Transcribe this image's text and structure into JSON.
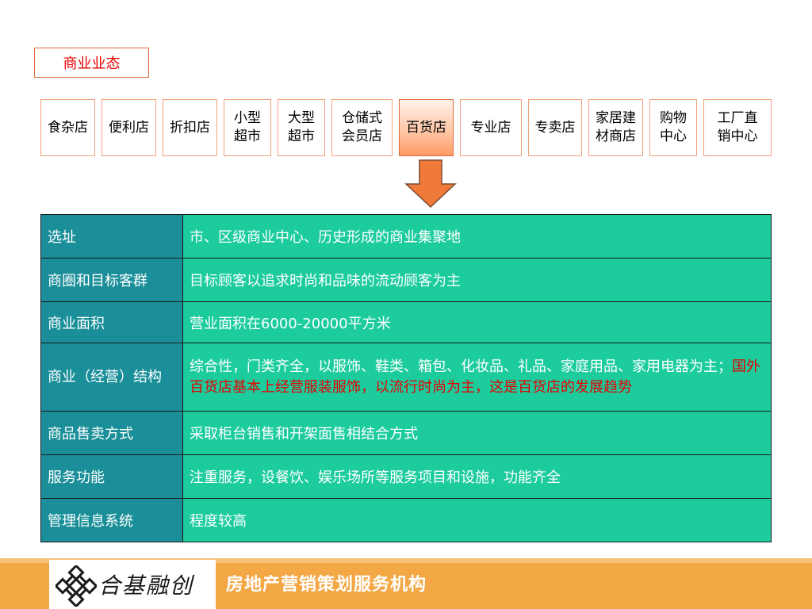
{
  "title": "商业业态",
  "categories": [
    {
      "label": "食杂店",
      "active": false
    },
    {
      "label": "便利店",
      "active": false
    },
    {
      "label": "折扣店",
      "active": false
    },
    {
      "label": "小型\n超市",
      "active": false
    },
    {
      "label": "大型\n超市",
      "active": false
    },
    {
      "label": "仓储式\n会员店",
      "active": false
    },
    {
      "label": "百货店",
      "active": true
    },
    {
      "label": "专业店",
      "active": false
    },
    {
      "label": "专卖店",
      "active": false
    },
    {
      "label": "家居建\n材商店",
      "active": false
    },
    {
      "label": "购物\n中心",
      "active": false
    },
    {
      "label": "工厂直\n销中心",
      "active": false
    }
  ],
  "table": {
    "rows": [
      {
        "label": "选址",
        "value": "市、区级商业中心、历史形成的商业集聚地"
      },
      {
        "label": "商圈和目标客群",
        "value": "目标顾客以追求时尚和品味的流动顾客为主"
      },
      {
        "label": "商业面积",
        "value": "营业面积在6000-20000平方米"
      },
      {
        "label": "商业（经营）结构",
        "value": "综合性，门类齐全，以服饰、鞋类、箱包、化妆品、礼品、家庭用品、家用电器为主；",
        "value_highlight": "国外百货店基本上经营服装服饰，以流行时尚为主，这是百货店的发展趋势"
      },
      {
        "label": "商品售卖方式",
        "value": "采取柜台销售和开架面售相结合方式"
      },
      {
        "label": "服务功能",
        "value": "注重服务，设餐饮、娱乐场所等服务项目和设施，功能齐全"
      },
      {
        "label": "管理信息系统",
        "value": "程度较高"
      }
    ]
  },
  "footer": {
    "logo_text": "合基融创",
    "tagline": "房地产营销策划服务机构"
  },
  "colors": {
    "label_bg": "#1a8f99",
    "value_bg": "#1ccc9d",
    "highlight_text": "#e60000",
    "footer_bg": "#f3a845",
    "arrow_fill": "#f07a3a"
  }
}
